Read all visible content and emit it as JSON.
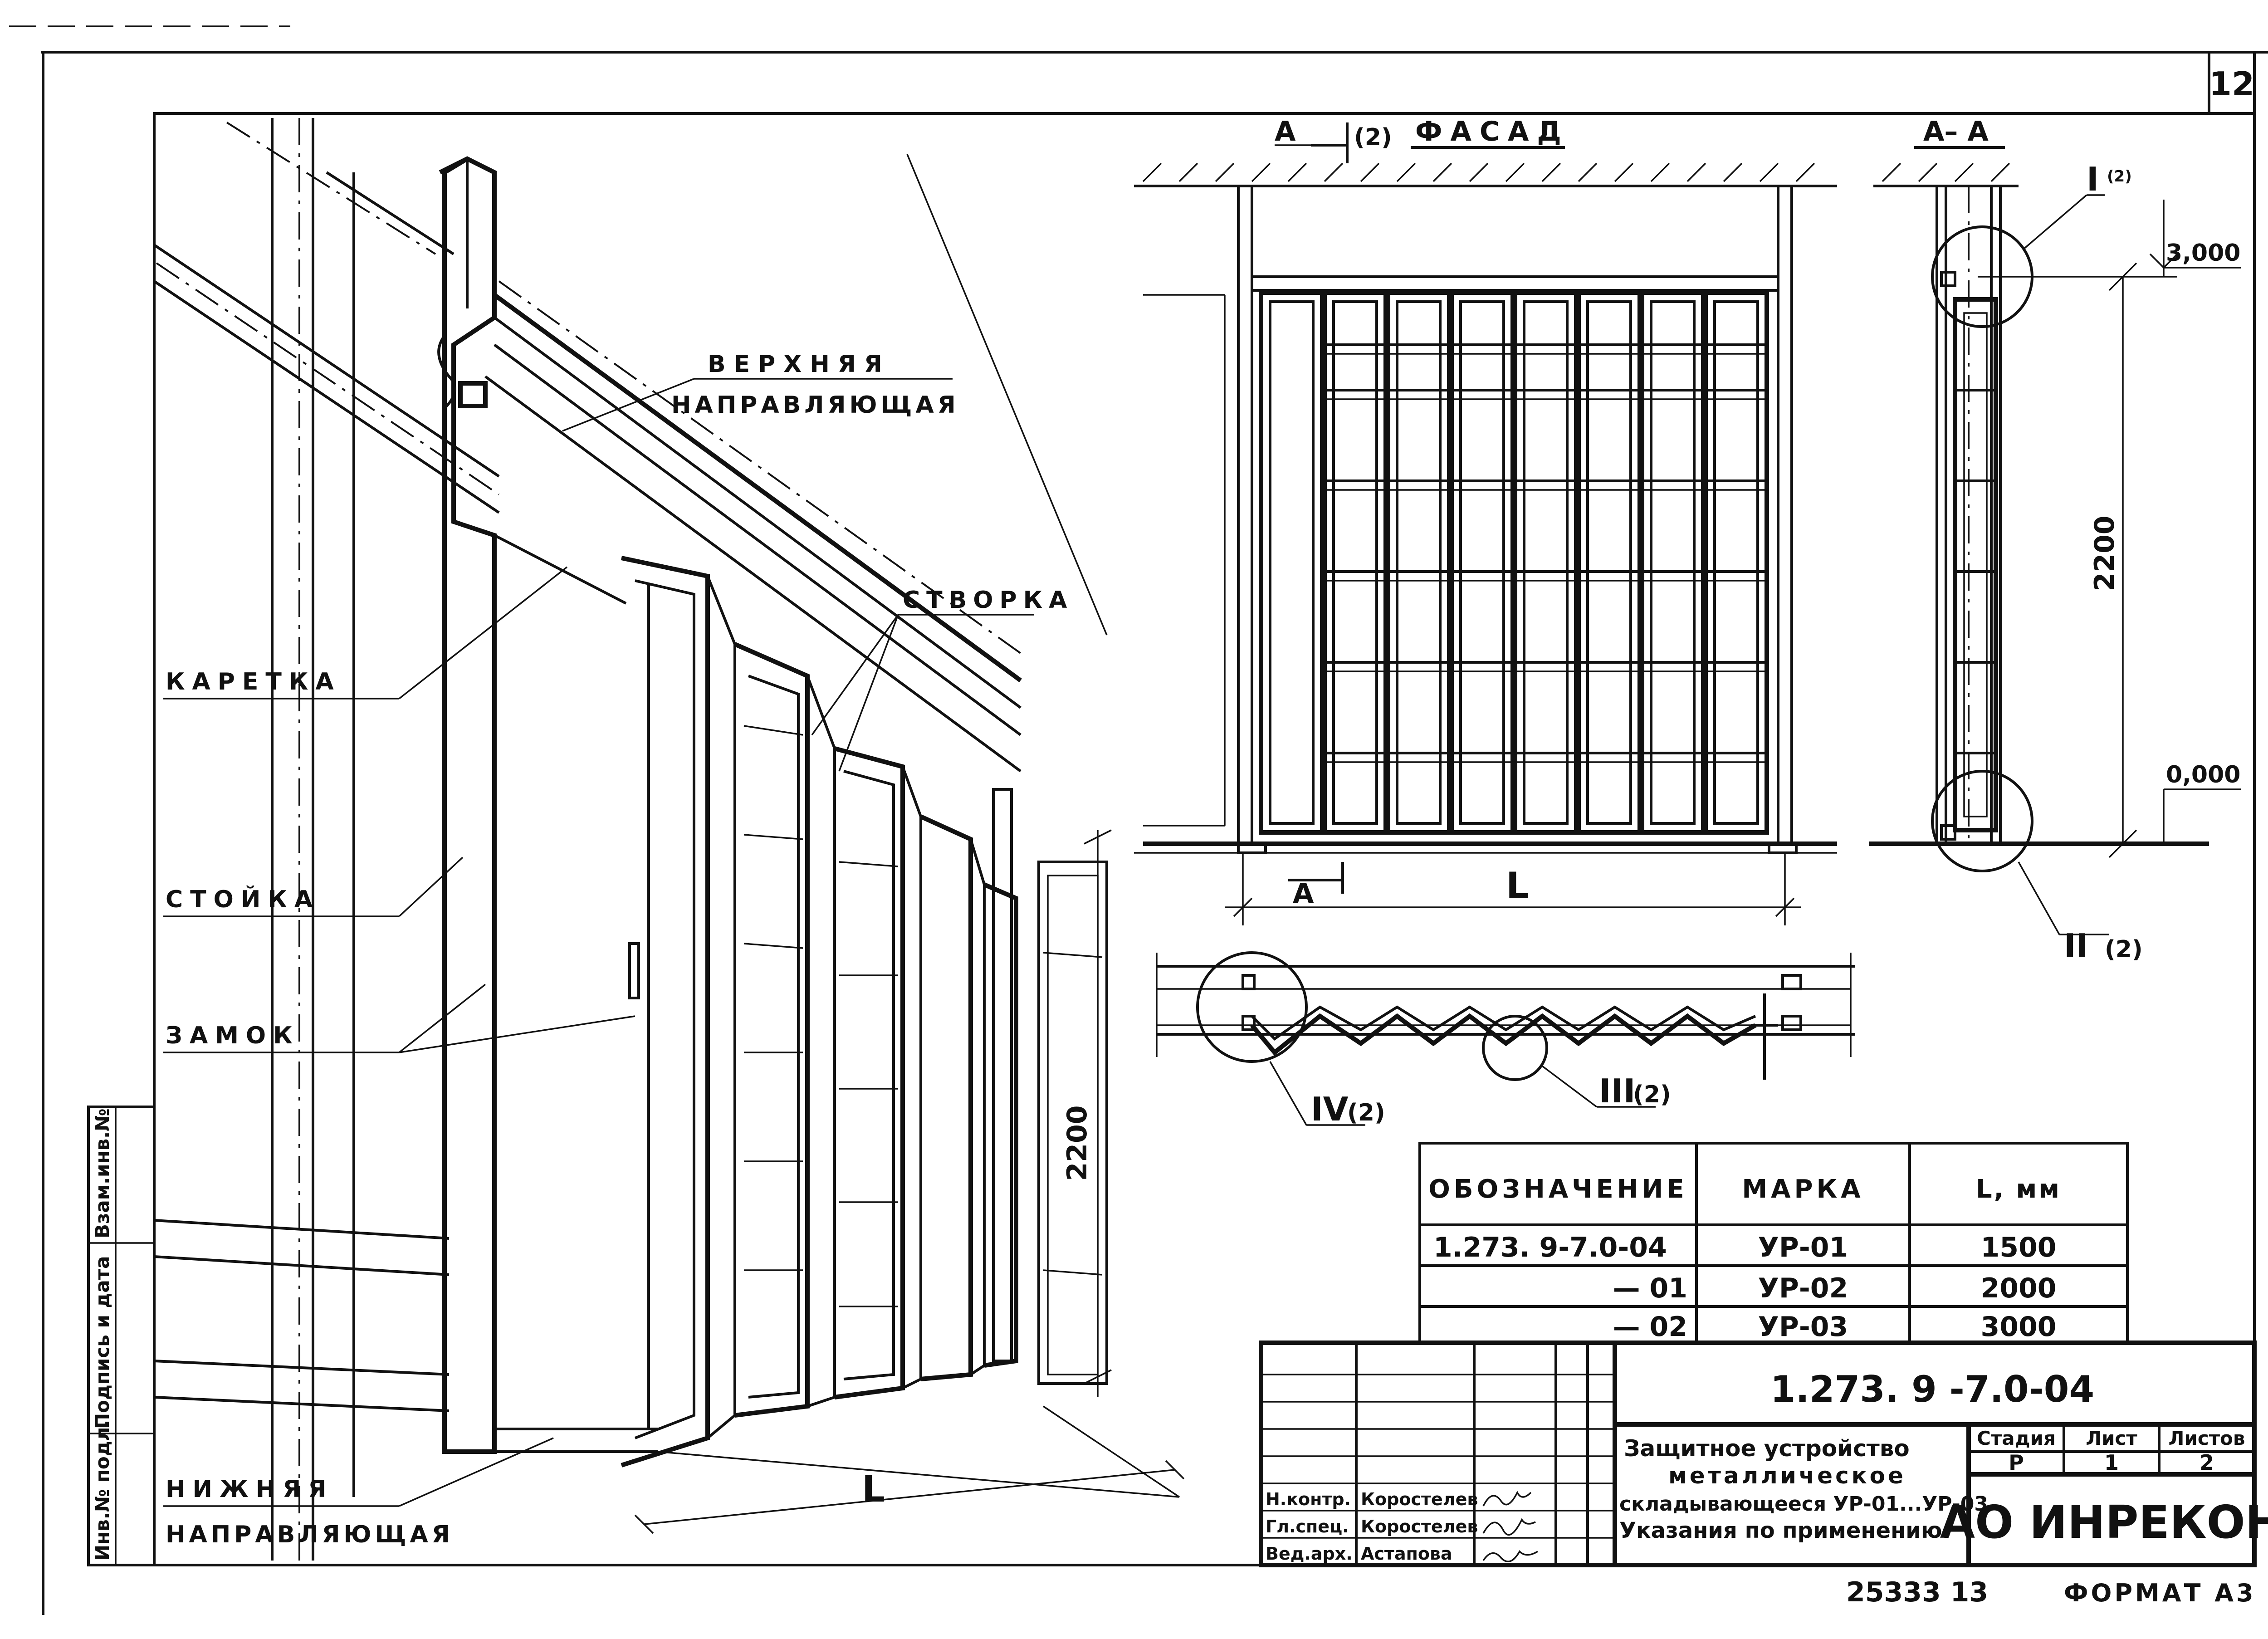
{
  "sheet": {
    "number": "12",
    "stamp_number": "25333  13",
    "format_label": "ФОРМАТ А3"
  },
  "perspective": {
    "labels": {
      "upper_rail_1": "ВЕРХНЯЯ",
      "upper_rail_2": "НАПРАВЛЯЮЩАЯ",
      "carriage": "КАРЕТКА",
      "post": "СТОЙКА",
      "lock": "ЗАМОК",
      "lower_rail_1": "НИЖНЯЯ",
      "lower_rail_2": "НАПРАВЛЯЮЩАЯ",
      "leaf": "СТВОРКА",
      "height_dim": "2200",
      "length_dim": "L"
    }
  },
  "facade": {
    "title": "ФАСАД",
    "section_mark": "А",
    "section_ref": "(2)",
    "bottom_section_mark": "А",
    "length_dim": "L"
  },
  "section": {
    "title": "А– А",
    "level_top": "3,000",
    "level_bottom": "0,000",
    "height_dim": "2200",
    "callout_1": "I",
    "callout_1_ref": "(2)",
    "callout_2": "II",
    "callout_2_ref": "(2)"
  },
  "plan": {
    "callout_3": "III",
    "callout_3_ref": "(2)",
    "callout_4": "IV",
    "callout_4_ref": "(2)"
  },
  "spec_table": {
    "headers": [
      "ОБОЗНАЧЕНИЕ",
      "МАРКА",
      "L, мм"
    ],
    "rows": [
      [
        "1.273. 9-7.0-04",
        "УР-01",
        "1500"
      ],
      [
        "— 01",
        "УР-02",
        "2000"
      ],
      [
        "— 02",
        "УР-03",
        "3000"
      ]
    ]
  },
  "title_block": {
    "designation": "1.273. 9 -7.0-04",
    "name_lines": [
      "Защитное устройство",
      "металлическое",
      "складывающееся УР-01...УР-03",
      "Указания по применению."
    ],
    "stage_header": "Стадия",
    "sheet_header": "Лист",
    "sheets_header": "Листов",
    "stage": "Р",
    "sheet": "1",
    "sheets": "2",
    "company": "АО ИНРЕКОН",
    "signatures": [
      {
        "role": "Н.контр.",
        "name": "Коростелев"
      },
      {
        "role": "Гл.спец.",
        "name": "Коростелев"
      },
      {
        "role": "Вед.арх.",
        "name": "Астапова"
      }
    ]
  },
  "side_stamp": [
    "Инв.№ подл.",
    "Подпись и дата",
    "Взам.инв.№"
  ]
}
